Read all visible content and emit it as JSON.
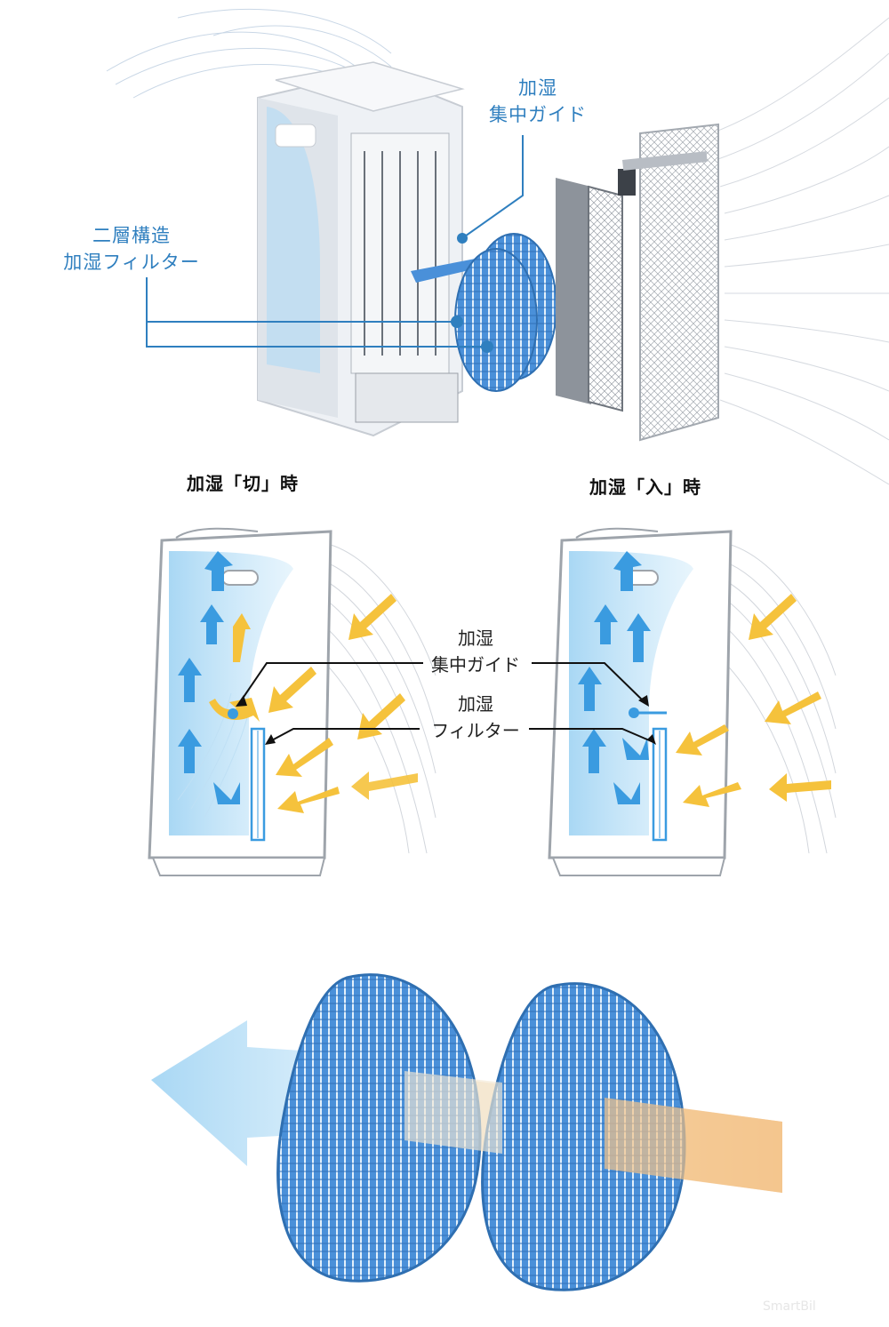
{
  "top": {
    "guide_label": "加湿\n集中ガイド",
    "filter_label": "二層構造\n加湿フィルター"
  },
  "middle": {
    "left_title": "加湿「切」時",
    "right_title": "加湿「入」時",
    "guide_label": "加湿\n集中ガイド",
    "filter_label": "加湿\nフィルター"
  },
  "colors": {
    "accent_blue": "#2f7fbf",
    "arrow_blue": "#3a9be0",
    "arrow_yellow": "#f5c23c",
    "filter_blue": "#4a90d9",
    "flow_orange": "#f3c389"
  },
  "icons": {
    "flow_arrows": "arrow-icon",
    "filter_disc": "filter-disc-icon"
  },
  "watermark": "SmartBil"
}
